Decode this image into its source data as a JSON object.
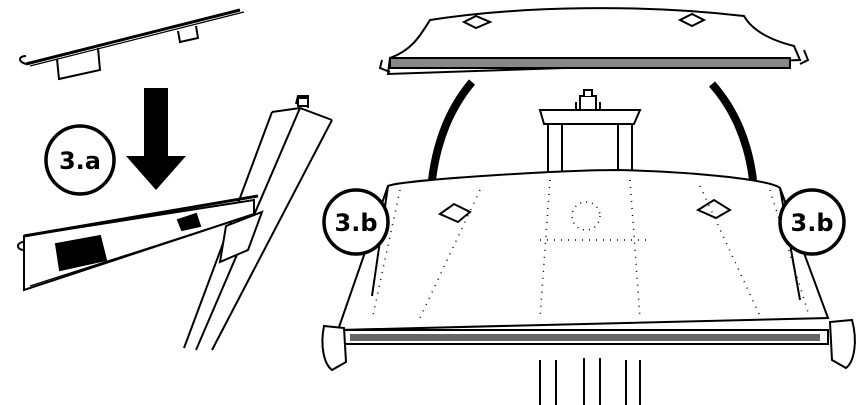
{
  "steps": {
    "a": "3.a",
    "b_left": "3.b",
    "b_right": "3.b"
  },
  "colors": {
    "ink": "#000000",
    "paper": "#ffffff"
  }
}
